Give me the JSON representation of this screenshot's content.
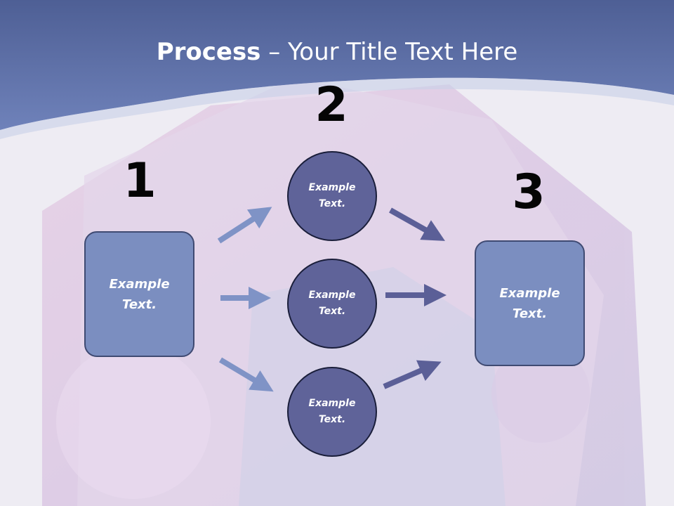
{
  "title": {
    "bold": "Process",
    "rest": " – Your Title Text Here"
  },
  "steps": {
    "one": "1",
    "two": "2",
    "three": "3"
  },
  "nodes": {
    "start": "Example Text.",
    "mid_top": "Example Text.",
    "mid_center": "Example Text.",
    "mid_bottom": "Example Text.",
    "end": "Example Text."
  },
  "colors": {
    "header": "#6878b0",
    "box_fill": "#7b8ec0",
    "circle_fill": "#5f6399",
    "arrow_light": "#7f93c6",
    "arrow_dark": "#5b5f97"
  }
}
